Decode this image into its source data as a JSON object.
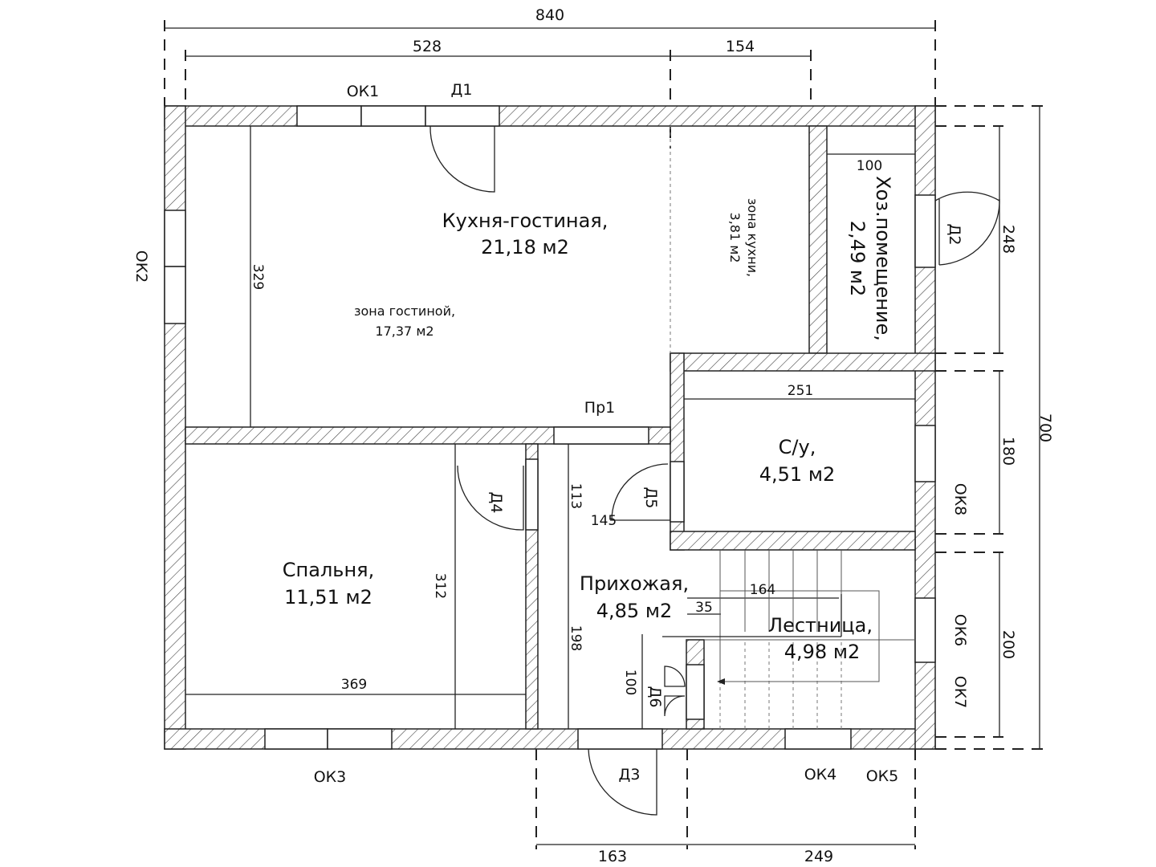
{
  "plan": {
    "dimensions": {
      "total_width": "840",
      "top_left": "528",
      "top_right": "154",
      "total_height": "700",
      "right_248": "248",
      "right_180": "180",
      "right_200": "200",
      "bottom_163": "163",
      "bottom_249": "249",
      "living_329": "329",
      "hoz_100": "100",
      "wc_251": "251",
      "bedroom_312": "312",
      "bedroom_369": "369",
      "corridor_113": "113",
      "corridor_145": "145",
      "corridor_198": "198",
      "corridor_100": "100",
      "stair_164": "164",
      "stair_35": "35"
    },
    "openings": {
      "ok1": "ОК1",
      "ok2": "ОК2",
      "ok3": "ОК3",
      "ok4": "ОК4",
      "ok5": "ОК5",
      "ok6": "ОК6",
      "ok7": "ОК7",
      "ok8": "ОК8",
      "d1": "Д1",
      "d2": "Д2",
      "d3": "Д3",
      "d4": "Д4",
      "d5": "Д5",
      "d6": "Д6",
      "pr1": "Пр1"
    },
    "rooms": {
      "kitchen_living": {
        "name": "Кухня-гостиная,",
        "area": "21,18 м2"
      },
      "living_zone": {
        "name": "зона гостиной,",
        "area": "17,37 м2"
      },
      "kitchen_zone": {
        "name": "зона кухни,",
        "area": "3,81 м2"
      },
      "utility": {
        "name": "Хоз.помещение,",
        "area": "2,49 м2"
      },
      "wc": {
        "name": "С/у,",
        "area": "4,51 м2"
      },
      "bedroom": {
        "name": "Спальня,",
        "area": "11,51 м2"
      },
      "hallway": {
        "name": "Прихожая,",
        "area": "4,85 м2"
      },
      "stairs": {
        "name": "Лестница,",
        "area": "4,98 м2"
      }
    }
  }
}
